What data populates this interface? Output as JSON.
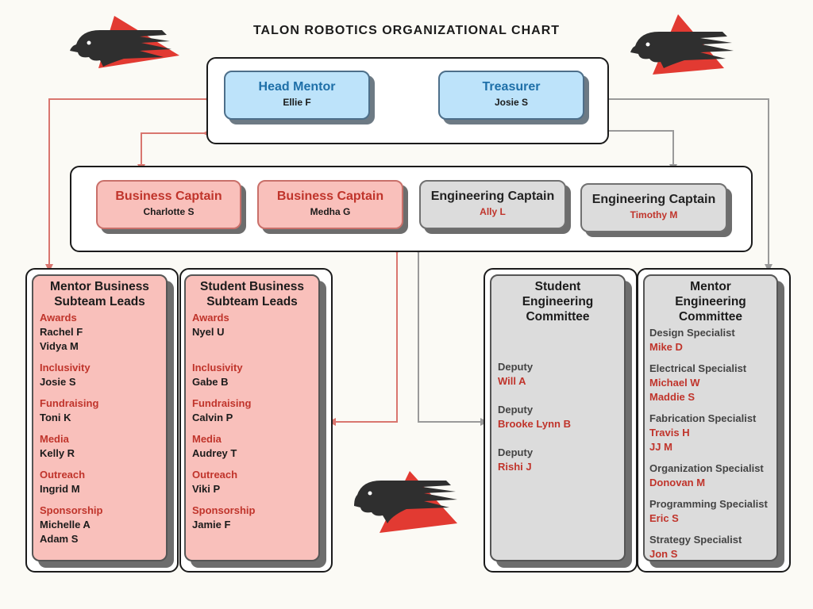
{
  "title": "TALON ROBOTICS ORGANIZATIONAL CHART",
  "colors": {
    "pink_line": "#d9766f",
    "grey_line": "#9a9a9a",
    "red_text": "#c0342b",
    "blue_text": "#1e6fa8"
  },
  "icons": {
    "logo": "eagle-head-logo"
  },
  "top": {
    "head_mentor": {
      "role": "Head Mentor",
      "name": "Ellie F"
    },
    "treasurer": {
      "role": "Treasurer",
      "name": "Josie S"
    }
  },
  "captains": [
    {
      "role": "Business Captain",
      "name": "Charlotte S"
    },
    {
      "role": "Business Captain",
      "name": "Medha G"
    },
    {
      "role": "Engineering Captain",
      "name": "Ally L"
    },
    {
      "role": "Engineering Captain",
      "name": "Timothy M"
    }
  ],
  "mentor_business": {
    "title_line1": "Mentor Business",
    "title_line2": "Subteam Leads",
    "groups": [
      {
        "label": "Awards",
        "members": [
          "Rachel F",
          "Vidya M"
        ]
      },
      {
        "label": "Inclusivity",
        "members": [
          "Josie S"
        ]
      },
      {
        "label": "Fundraising",
        "members": [
          "Toni K"
        ]
      },
      {
        "label": "Media",
        "members": [
          "Kelly R"
        ]
      },
      {
        "label": "Outreach",
        "members": [
          "Ingrid M"
        ]
      },
      {
        "label": "Sponsorship",
        "members": [
          "Michelle A",
          "Adam S"
        ]
      }
    ]
  },
  "student_business": {
    "title_line1": "Student Business",
    "title_line2": "Subteam Leads",
    "groups": [
      {
        "label": "Awards",
        "members": [
          "Nyel U"
        ]
      },
      {
        "label": "Inclusivity",
        "members": [
          "Gabe B"
        ]
      },
      {
        "label": "Fundraising",
        "members": [
          "Calvin P"
        ]
      },
      {
        "label": "Media",
        "members": [
          "Audrey T"
        ]
      },
      {
        "label": "Outreach",
        "members": [
          "Viki P"
        ]
      },
      {
        "label": "Sponsorship",
        "members": [
          "Jamie F"
        ]
      }
    ]
  },
  "student_engineering": {
    "title_line1": "Student",
    "title_line2": "Engineering",
    "title_line3": "Committee",
    "groups": [
      {
        "label": "Deputy",
        "members": [
          "Will A"
        ]
      },
      {
        "label": "Deputy",
        "members": [
          "Brooke Lynn B"
        ]
      },
      {
        "label": "Deputy",
        "members": [
          "Rishi J"
        ]
      }
    ]
  },
  "mentor_engineering": {
    "title_line1": "Mentor",
    "title_line2": "Engineering",
    "title_line3": "Committee",
    "groups": [
      {
        "label": "Design Specialist",
        "members": [
          "Mike D"
        ]
      },
      {
        "label": "Electrical Specialist",
        "members": [
          "Michael W",
          "Maddie S"
        ]
      },
      {
        "label": "Fabrication Specialist",
        "members": [
          "Travis H",
          "JJ M"
        ]
      },
      {
        "label": "Organization Specialist",
        "members": [
          "Donovan M"
        ]
      },
      {
        "label": "Programming Specialist",
        "members": [
          "Eric S"
        ]
      },
      {
        "label": "Strategy Specialist",
        "members": [
          "Jon S"
        ]
      }
    ]
  }
}
